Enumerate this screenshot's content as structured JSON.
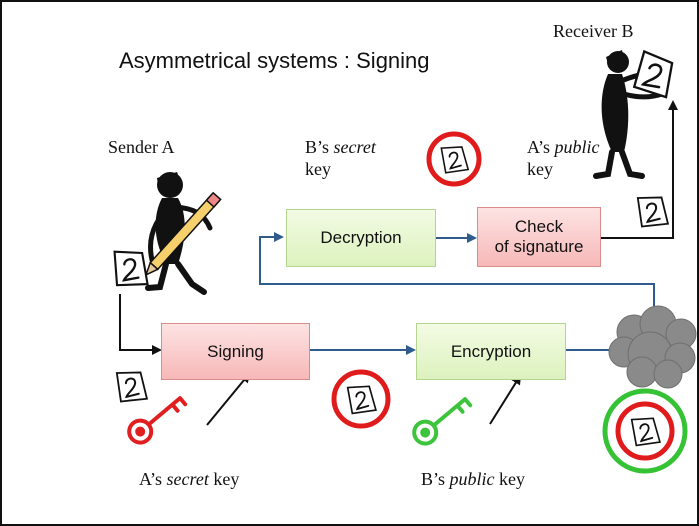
{
  "title": "Asymmetrical systems : Signing",
  "labels": {
    "sender": "Sender A",
    "receiver": "Receiver B",
    "b_secret_pre": "B’s ",
    "b_secret_em": "secret",
    "b_secret_post": "key",
    "a_public_pre": "A’s ",
    "a_public_em": "public",
    "a_public_post": "key",
    "a_secret_pre": "A’s ",
    "a_secret_em": "secret",
    "a_secret_post": " key",
    "b_public_pre": "B’s ",
    "b_public_em": "public",
    "b_public_post": " key"
  },
  "boxes": {
    "signing": "Signing",
    "encryption": "Encryption",
    "decryption": "Decryption",
    "check_line1": "Check",
    "check_line2": "of signature"
  },
  "colors": {
    "pink_box": "#f9c6c6",
    "green_box": "#e4f5cb",
    "arrow": "#2f5c8c",
    "red_key": "#e02020",
    "green_key": "#3cc43c",
    "seal_red": "#e01b1b",
    "seal_green": "#35c235",
    "cloud": "#8a8a8a"
  },
  "icons": [
    "pencil-writer-icon",
    "document-icon",
    "key-icon",
    "seal-icon",
    "cloud-icon",
    "reader-figure-icon"
  ]
}
